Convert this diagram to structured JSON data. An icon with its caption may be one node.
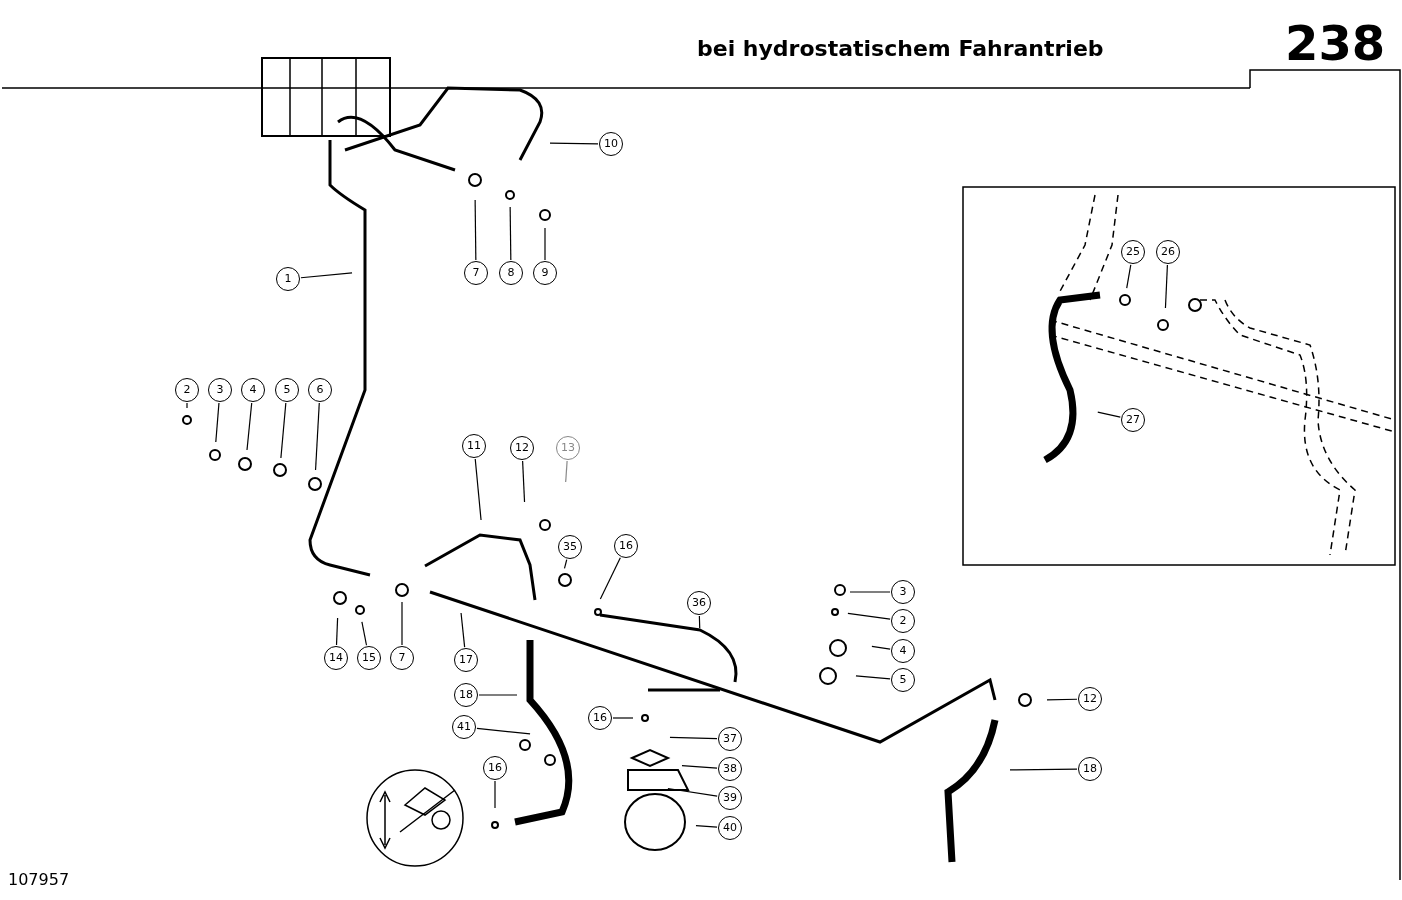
{
  "diagram": {
    "title": "bei hydrostatischem Fahrantrieb",
    "nodes": [
      {
        "text": [
          "10"
        ]
      },
      {
        "text": [
          "1"
        ]
      },
      {
        "text": [
          "7"
        ]
      },
      {
        "text": [
          "8"
        ]
      },
      {
        "text": [
          "9"
        ]
      },
      {
        "text": [
          "25"
        ]
      },
      {
        "text": [
          "26"
        ]
      },
      {
        "text": [
          "2"
        ]
      },
      {
        "text": [
          "3"
        ]
      },
      {
        "text": [
          "4"
        ]
      },
      {
        "text": [
          "5"
        ]
      },
      {
        "text": [
          "6"
        ]
      },
      {
        "text": [
          "27"
        ]
      },
      {
        "text": [
          "11"
        ]
      },
      {
        "text": [
          "12"
        ]
      },
      {
        "text": [
          "13"
        ]
      },
      {
        "text": [
          "35"
        ]
      },
      {
        "text": [
          "16"
        ]
      },
      {
        "text": [
          "36"
        ]
      },
      {
        "text": [
          "3"
        ]
      },
      {
        "text": [
          "2"
        ]
      },
      {
        "text": [
          "4"
        ]
      },
      {
        "text": [
          "5"
        ]
      },
      {
        "text": [
          "14"
        ]
      },
      {
        "text": [
          "15"
        ]
      },
      {
        "text": [
          "7"
        ]
      },
      {
        "text": [
          "17"
        ]
      },
      {
        "text": [
          "18"
        ]
      },
      {
        "text": [
          "12"
        ]
      },
      {
        "text": [
          "16"
        ]
      },
      {
        "text": [
          "37"
        ]
      },
      {
        "text": [
          "41"
        ]
      },
      {
        "text": [
          "38"
        ]
      },
      {
        "text": [
          "18"
        ]
      },
      {
        "text": [
          "16"
        ]
      },
      {
        "text": [
          "39"
        ]
      },
      {
        "text": [
          "40"
        ]
      }
    ],
    "edges": [
      {
        "from": 0,
        "to": null,
        "arrow": "none"
      },
      {
        "from": 1,
        "to": null,
        "arrow": "none"
      },
      {
        "from": 2,
        "to": null,
        "arrow": "none"
      },
      {
        "from": 3,
        "to": null,
        "arrow": "none"
      },
      {
        "from": 4,
        "to": null,
        "arrow": "none"
      },
      {
        "from": 5,
        "to": null,
        "arrow": "none"
      },
      {
        "from": 6,
        "to": null,
        "arrow": "none"
      },
      {
        "from": 7,
        "to": null,
        "arrow": "none"
      },
      {
        "from": 8,
        "to": null,
        "arrow": "none"
      },
      {
        "from": 9,
        "to": null,
        "arrow": "none"
      },
      {
        "from": 10,
        "to": null,
        "arrow": "none"
      },
      {
        "from": 11,
        "to": null,
        "arrow": "none"
      },
      {
        "from": 12,
        "to": null,
        "arrow": "none"
      },
      {
        "from": 13,
        "to": null,
        "arrow": "none"
      },
      {
        "from": 14,
        "to": null,
        "arrow": "none"
      },
      {
        "from": 15,
        "to": null,
        "arrow": "none",
        "color": "#888888"
      },
      {
        "from": 16,
        "to": null,
        "arrow": "none"
      },
      {
        "from": 17,
        "to": null,
        "arrow": "none"
      },
      {
        "from": 18,
        "to": null,
        "arrow": "none"
      },
      {
        "from": 19,
        "to": null,
        "arrow": "none"
      },
      {
        "from": 20,
        "to": null,
        "arrow": "none"
      },
      {
        "from": 21,
        "to": null,
        "arrow": "none"
      },
      {
        "from": 22,
        "to": null,
        "arrow": "none"
      },
      {
        "from": 23,
        "to": null,
        "arrow": "none"
      },
      {
        "from": 24,
        "to": null,
        "arrow": "none"
      },
      {
        "from": 25,
        "to": null,
        "arrow": "none"
      },
      {
        "from": 26,
        "to": null,
        "arrow": "none"
      },
      {
        "from": 27,
        "to": null,
        "arrow": "none"
      },
      {
        "from": 28,
        "to": null,
        "arrow": "none"
      },
      {
        "from": 29,
        "to": null,
        "arrow": "none"
      },
      {
        "from": 30,
        "to": null,
        "arrow": "none"
      },
      {
        "from": 31,
        "to": null,
        "arrow": "none"
      },
      {
        "from": 32,
        "to": null,
        "arrow": "none"
      },
      {
        "from": 33,
        "to": null,
        "arrow": "none"
      },
      {
        "from": 34,
        "to": null,
        "arrow": "none"
      },
      {
        "from": 35,
        "to": null,
        "arrow": "none"
      },
      {
        "from": 36,
        "to": null,
        "arrow": "none"
      }
    ],
    "labels": [
      "238",
      "107957"
    ]
  }
}
